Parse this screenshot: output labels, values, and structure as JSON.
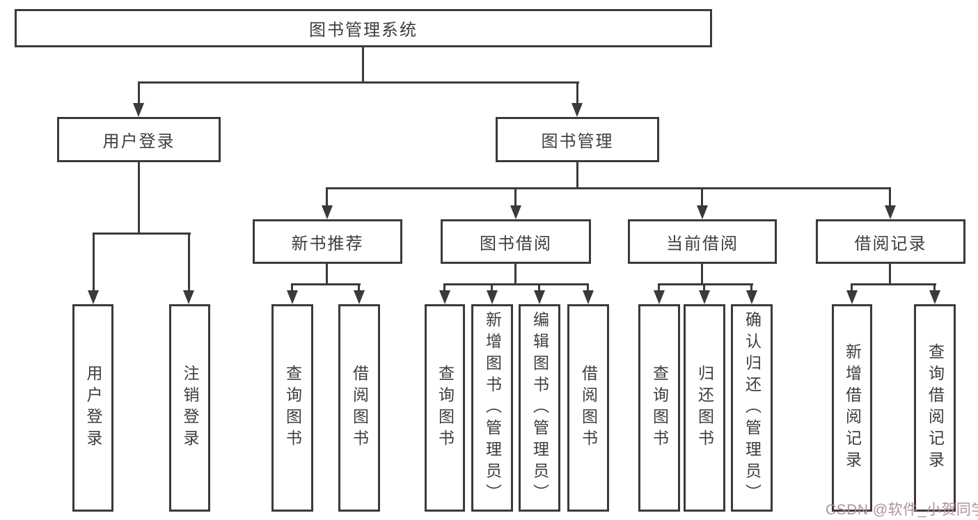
{
  "diagram": {
    "root": {
      "label": "图书管理系统"
    },
    "level2": [
      {
        "label": "用户登录"
      },
      {
        "label": "图书管理"
      }
    ],
    "level3": [
      {
        "label": "新书推荐"
      },
      {
        "label": "图书借阅"
      },
      {
        "label": "当前借阅"
      },
      {
        "label": "借阅记录"
      }
    ],
    "leaves": {
      "user_login": [
        "用户登录",
        "注销登录"
      ],
      "new_book": [
        "查询图书",
        "借阅图书"
      ],
      "book_borrow": [
        "查询图书",
        "新增图书（管理员）",
        "编辑图书（管理员）",
        "借阅图书"
      ],
      "current_borrow": [
        "查询图书",
        "归还图书",
        "确认归还（管理员）"
      ],
      "borrow_records": [
        "新增借阅记录",
        "查询借阅记录"
      ]
    }
  },
  "watermark": {
    "text": "CSDN @软件_小贺同学"
  },
  "colors": {
    "line": "#3a3a3a",
    "text": "#3d3d42",
    "watermark": "rgba(172,140,145,0.95)"
  }
}
